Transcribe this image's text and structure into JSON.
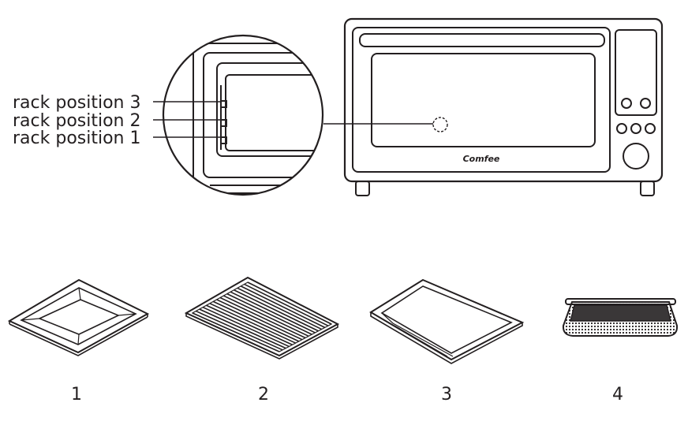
{
  "rack_labels": [
    "rack position 3",
    "rack position 2",
    "rack position 1"
  ],
  "brand_logo": "Comfee",
  "accessories": [
    {
      "number": "1",
      "name": "baking-pan"
    },
    {
      "number": "2",
      "name": "wire-rack"
    },
    {
      "number": "3",
      "name": "crumb-tray"
    },
    {
      "number": "4",
      "name": "air-fry-basket"
    }
  ]
}
